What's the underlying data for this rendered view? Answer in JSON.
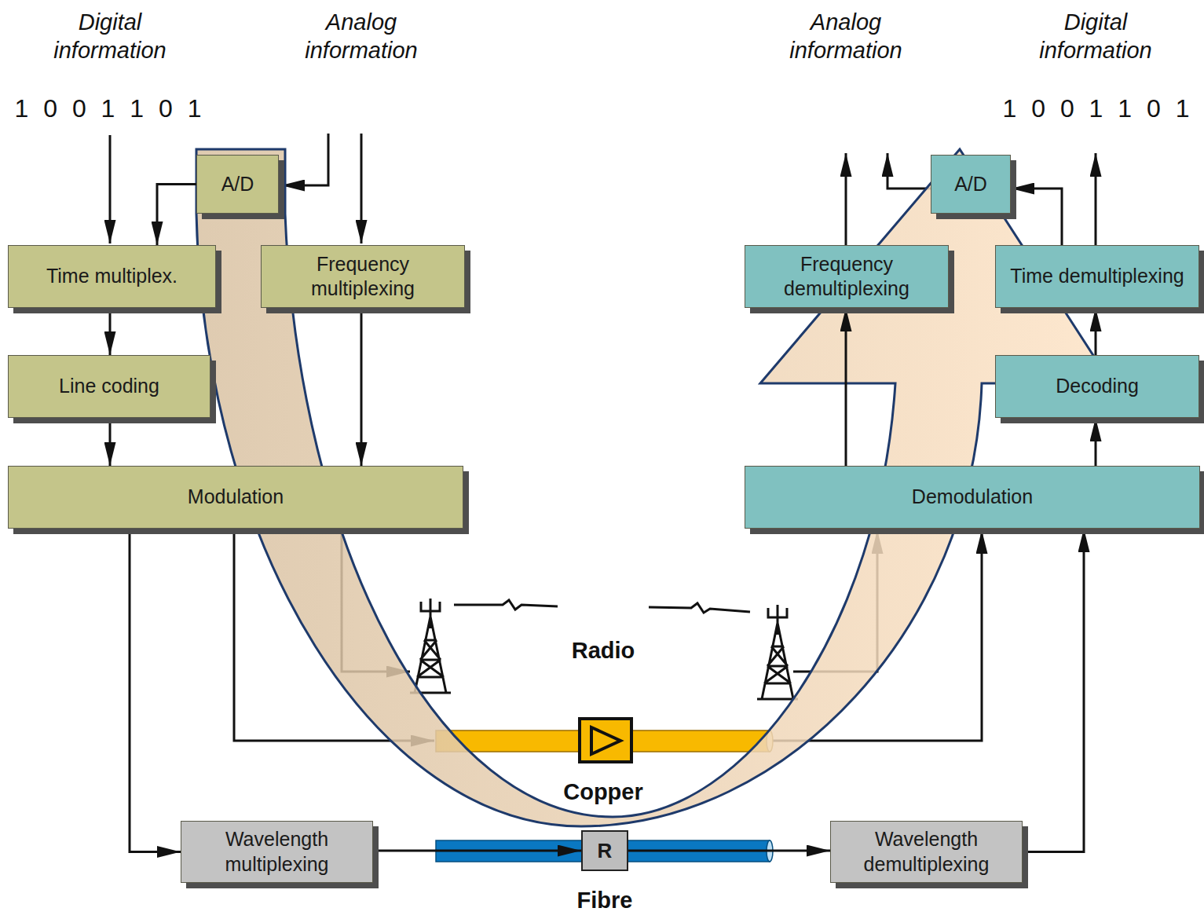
{
  "diagram": {
    "nodes": [
      {
        "text": [
          "A/D"
        ]
      },
      {
        "text": [
          "Time multiplex."
        ]
      },
      {
        "text": [
          "Frequency multiplexing"
        ]
      },
      {
        "text": [
          "Line coding"
        ]
      },
      {
        "text": [
          "Modulation"
        ]
      },
      {
        "text": [
          "A/D"
        ]
      },
      {
        "text": [
          "Frequency demultiplexing"
        ]
      },
      {
        "text": [
          "Time demultiplexing"
        ]
      },
      {
        "text": [
          "Decoding"
        ]
      },
      {
        "text": [
          "Demodulation"
        ]
      },
      {
        "text": [
          "Wavelength multiplexing"
        ]
      },
      {
        "text": [
          "Wavelength demultiplexing"
        ]
      },
      {
        "text": [
          "R"
        ]
      }
    ],
    "edges": [
      {
        "from": 0,
        "to": 1,
        "arrow": "to"
      },
      {
        "from": 1,
        "to": 3,
        "arrow": "to"
      },
      {
        "from": 3,
        "to": 4,
        "arrow": "to"
      },
      {
        "from": 2,
        "to": 4,
        "arrow": "to"
      },
      {
        "from": 4,
        "to": 10,
        "arrow": "to"
      },
      {
        "from": 10,
        "to": 12,
        "arrow": "to"
      },
      {
        "from": 12,
        "to": 11,
        "arrow": "to"
      },
      {
        "from": 11,
        "to": 9,
        "arrow": "to"
      },
      {
        "from": 9,
        "to": 6,
        "arrow": "to"
      },
      {
        "from": 9,
        "to": 8,
        "arrow": "to"
      },
      {
        "from": 8,
        "to": 7,
        "arrow": "to"
      },
      {
        "from": 7,
        "to": 5,
        "arrow": "to"
      }
    ],
    "labels": [
      "Digital information",
      "1 0 0 1 1 0 1",
      "Analog information",
      "Analog information",
      "Digital information",
      "1 0 0 1 1 0 1",
      "Radio",
      "Copper",
      "Fibre"
    ]
  }
}
